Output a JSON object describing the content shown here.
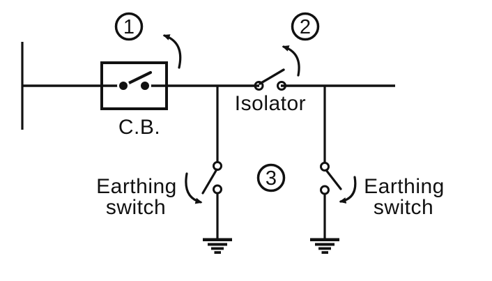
{
  "diagram": {
    "description": "Substation switching sequence single-line diagram",
    "labels": {
      "cb": "C.B.",
      "isolator": "Isolator",
      "earthing_left_line1": "Earthing",
      "earthing_left_line2": "switch",
      "earthing_right_line1": "Earthing",
      "earthing_right_line2": "switch"
    },
    "steps": {
      "one": "1",
      "two": "2",
      "three": "3"
    },
    "symbols": {
      "circuit_breaker": "closed-breaker-box-icon",
      "isolator": "knife-switch-icon",
      "earthing_switch_left": "earthing-switch-icon",
      "earthing_switch_right": "earthing-switch-icon",
      "ground_left": "earth-ground-icon",
      "ground_right": "earth-ground-icon",
      "arrows": "opening-direction-curved-arrow"
    },
    "colors": {
      "ink": "#111111",
      "background": "#ffffff",
      "box_fill_center": "#ffffff",
      "box_fill_edge": "#a5ddd2",
      "badge_fill_center": "#ffffff",
      "badge_fill_edge": "#c9ece6"
    }
  }
}
